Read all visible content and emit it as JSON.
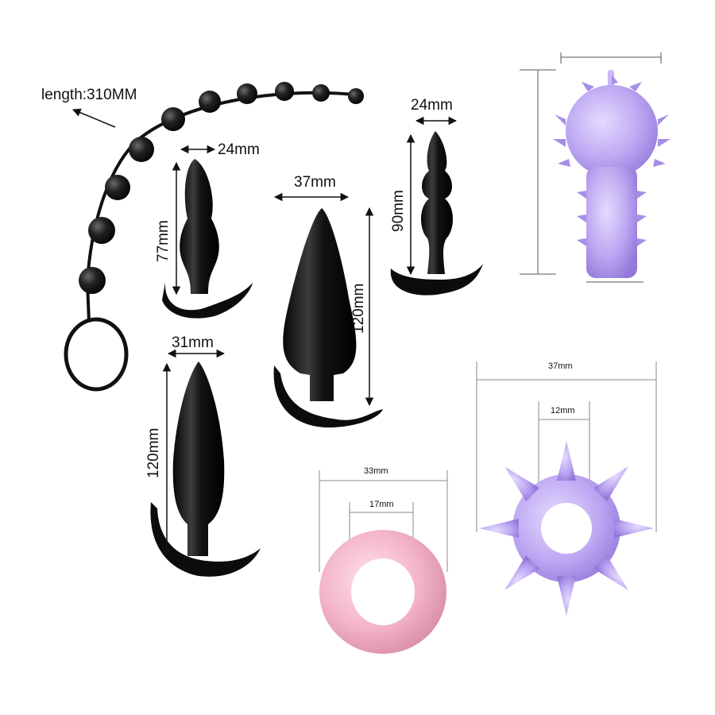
{
  "labels": {
    "beads_length": "length:310MM",
    "plug_small_width": "24mm",
    "plug_small_height": "77mm",
    "plug_mid_width": "37mm",
    "plug_mid_height": "120mm",
    "plug_beaded_width": "24mm",
    "plug_beaded_height": "90mm",
    "plug_tall_width": "31mm",
    "plug_tall_height": "120mm",
    "ring_pink_outer": "33mm",
    "ring_pink_inner": "17mm",
    "ring_purple_outer": "37mm",
    "ring_purple_inner": "12mm"
  },
  "colors": {
    "black_item": "#1a1a1a",
    "pink_ring": "#f2b6c9",
    "purple_item": "#b9a2ee"
  }
}
